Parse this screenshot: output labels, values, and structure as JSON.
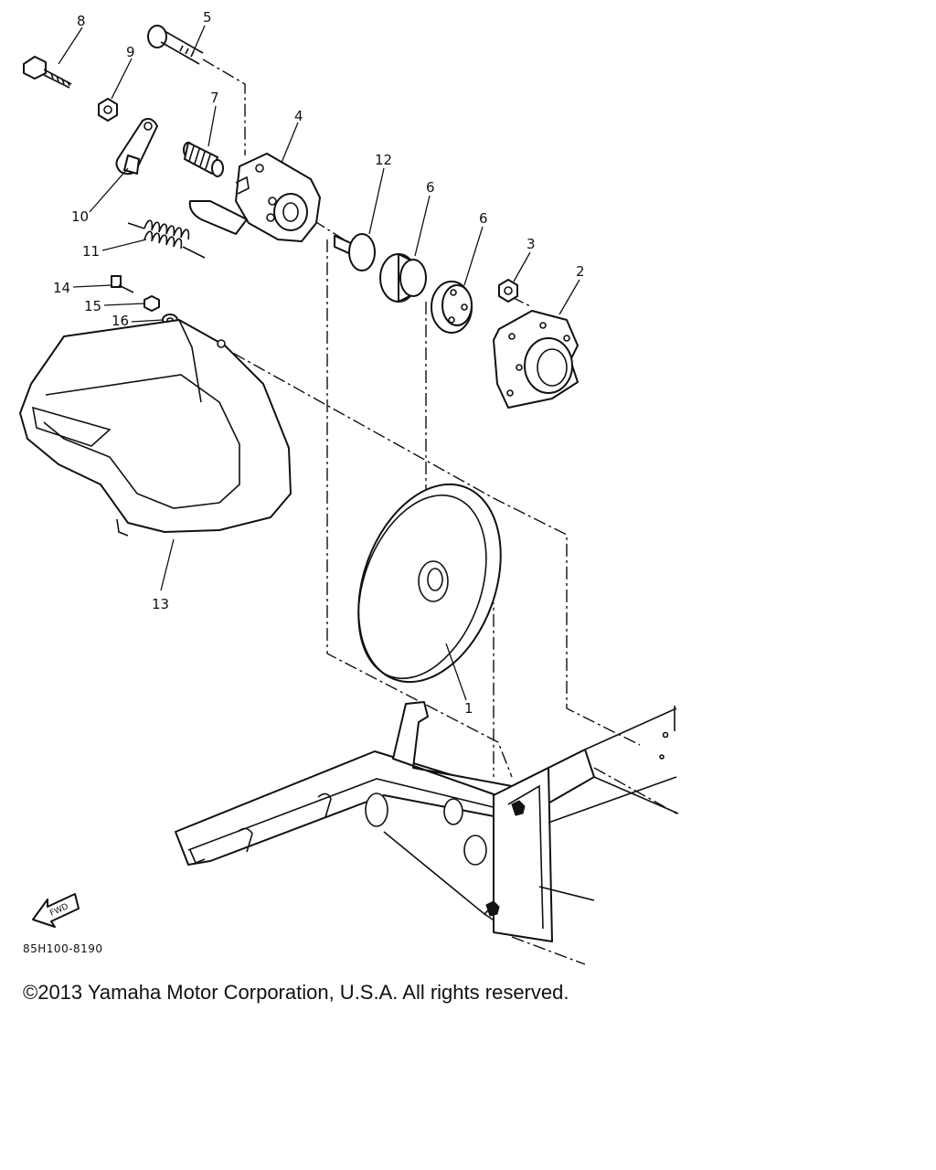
{
  "callouts": {
    "c1": "1",
    "c2": "2",
    "c3": "3",
    "c4": "4",
    "c5": "5",
    "c6a": "6",
    "c6b": "6",
    "c7": "7",
    "c8": "8",
    "c9": "9",
    "c10": "10",
    "c11": "11",
    "c12": "12",
    "c13": "13",
    "c14": "14",
    "c15": "15",
    "c16": "16"
  },
  "fwd_label": "FWD",
  "drawing_code": "85H100-8190",
  "copyright": "©2013 Yamaha Motor Corporation, U.S.A. All rights reserved."
}
